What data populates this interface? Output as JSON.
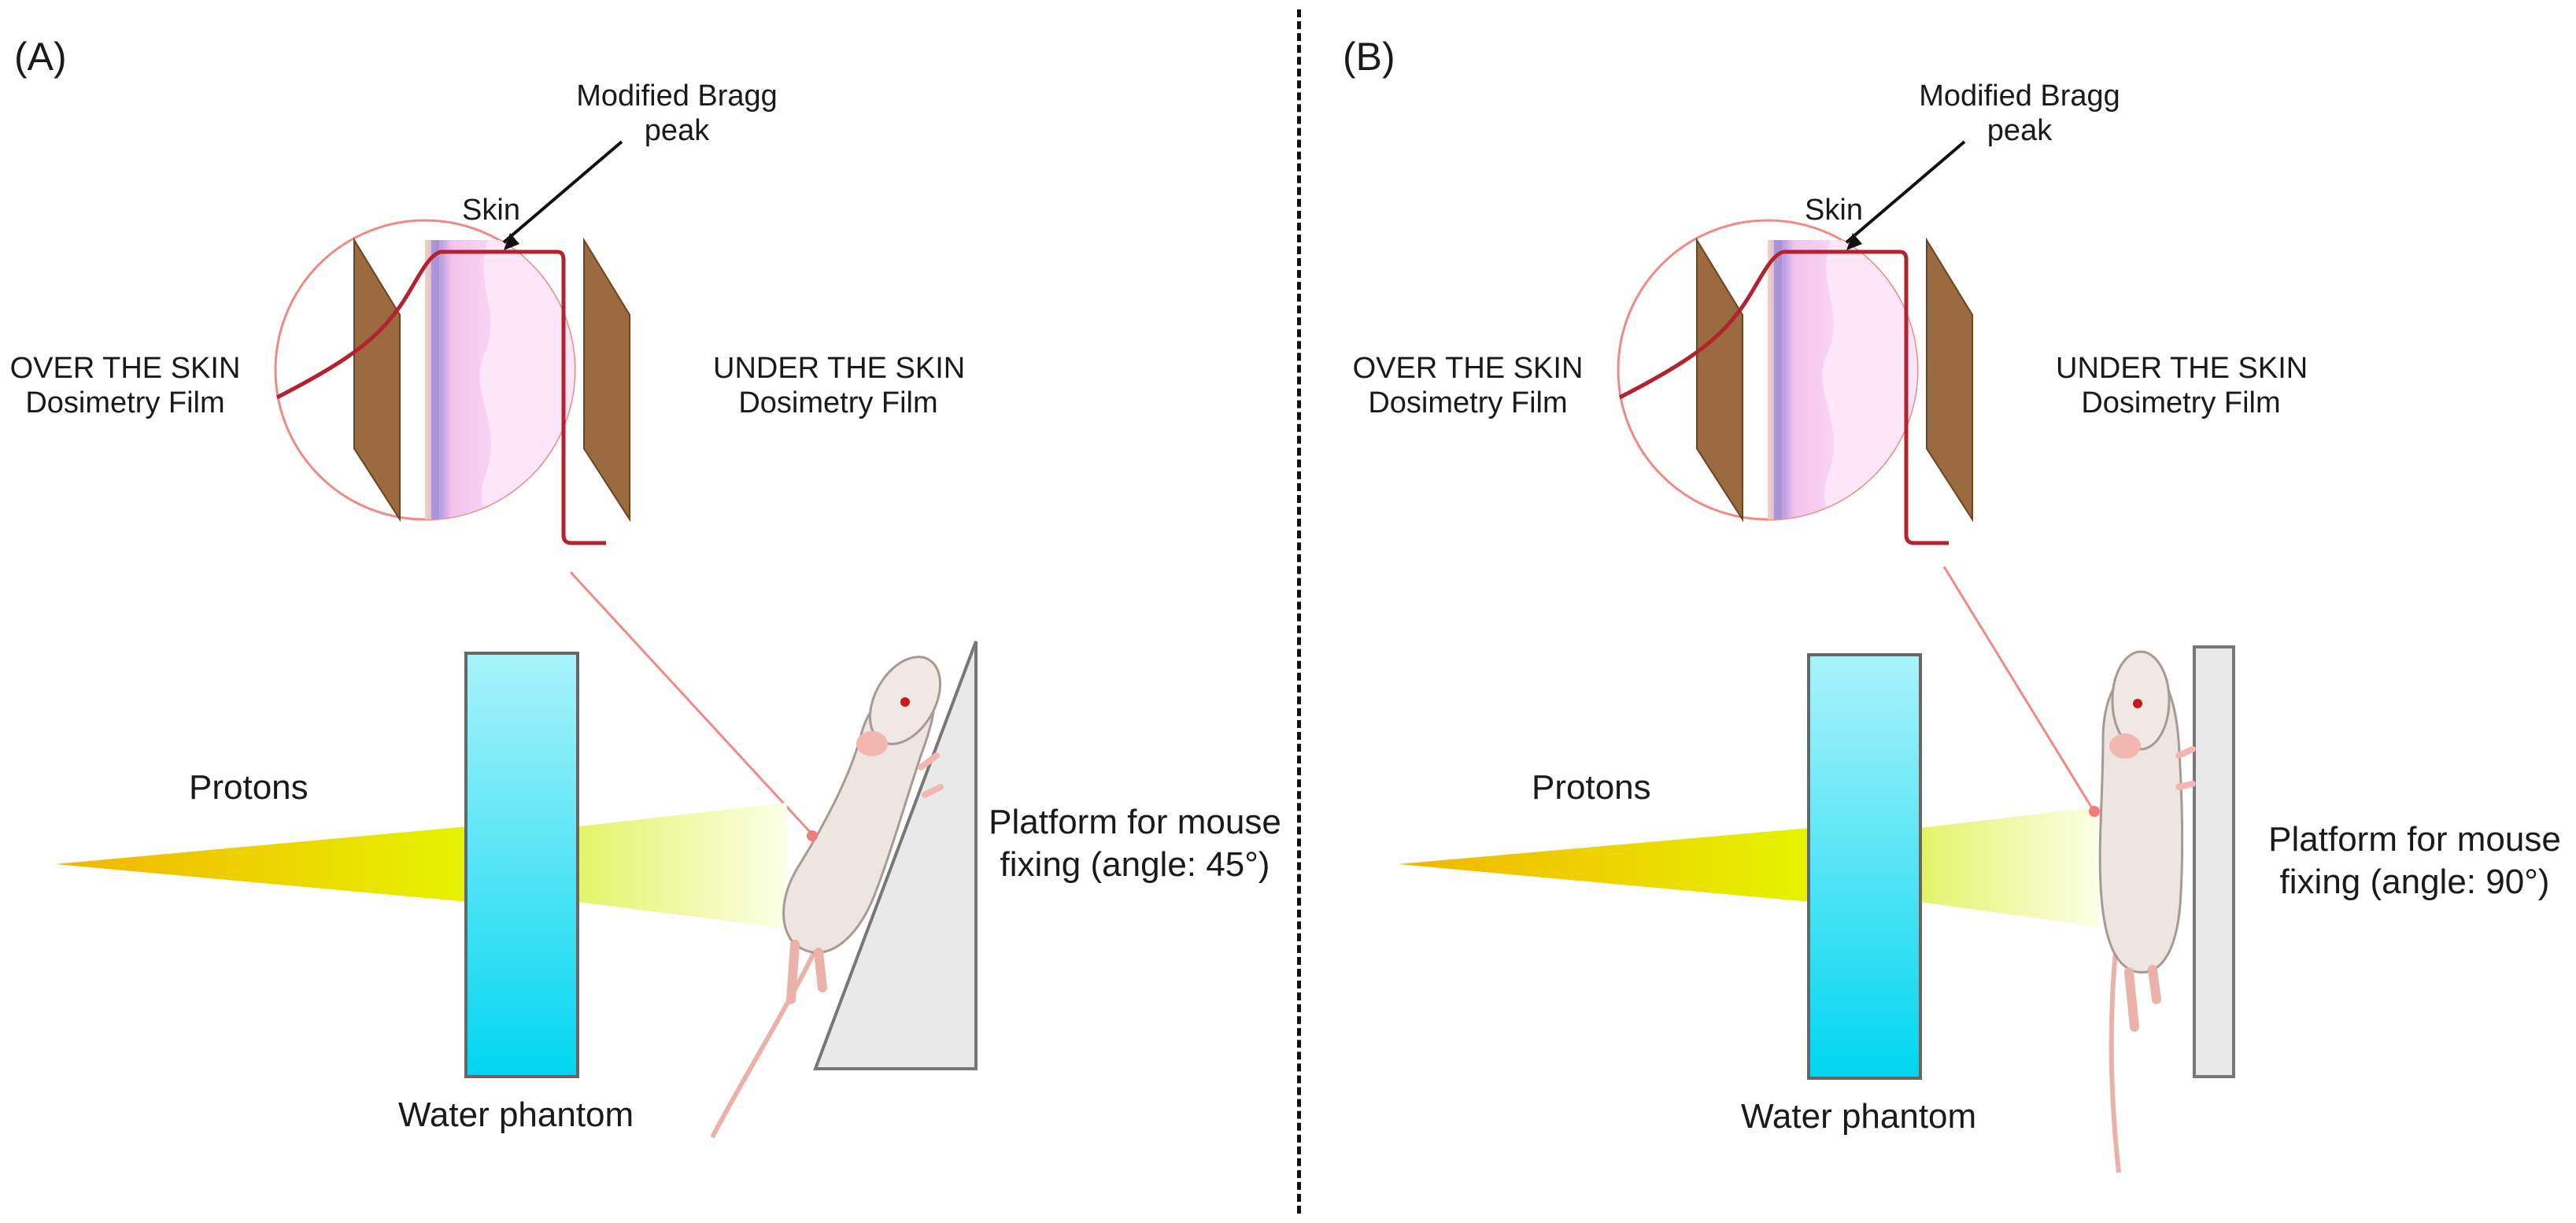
{
  "panels": [
    {
      "letter": "(A)",
      "bragg_label": [
        "Modified Bragg",
        "peak"
      ],
      "skin_label": "Skin",
      "over_label": [
        "OVER THE SKIN",
        "Dosimetry Film"
      ],
      "under_label": [
        "UNDER THE SKIN",
        "Dosimetry Film"
      ],
      "protons_label": "Protons",
      "water_label": "Water phantom",
      "platform_label": [
        "Platform for mouse",
        "fixing (angle: 45°)"
      ],
      "platform_angle_deg": 45
    },
    {
      "letter": "(B)",
      "bragg_label": [
        "Modified Bragg",
        "peak"
      ],
      "skin_label": "Skin",
      "over_label": [
        "OVER THE SKIN",
        "Dosimetry Film"
      ],
      "under_label": [
        "UNDER THE SKIN",
        "Dosimetry Film"
      ],
      "protons_label": "Protons",
      "water_label": "Water phantom",
      "platform_label": [
        "Platform for mouse",
        "fixing (angle: 90°)"
      ],
      "platform_angle_deg": 90
    }
  ],
  "colors": {
    "circle": "#f08a84",
    "curve": "#b2222f",
    "film": "#9b6a3f",
    "water_top": "#a9f3fb",
    "water_bottom": "#00d6f0",
    "beam_start": "#f3b400",
    "beam_mid": "#e6f300",
    "beam_fade": "#f6ffc4",
    "skin_pink": "#f7c7ee",
    "platform": "#e9e9e9"
  }
}
